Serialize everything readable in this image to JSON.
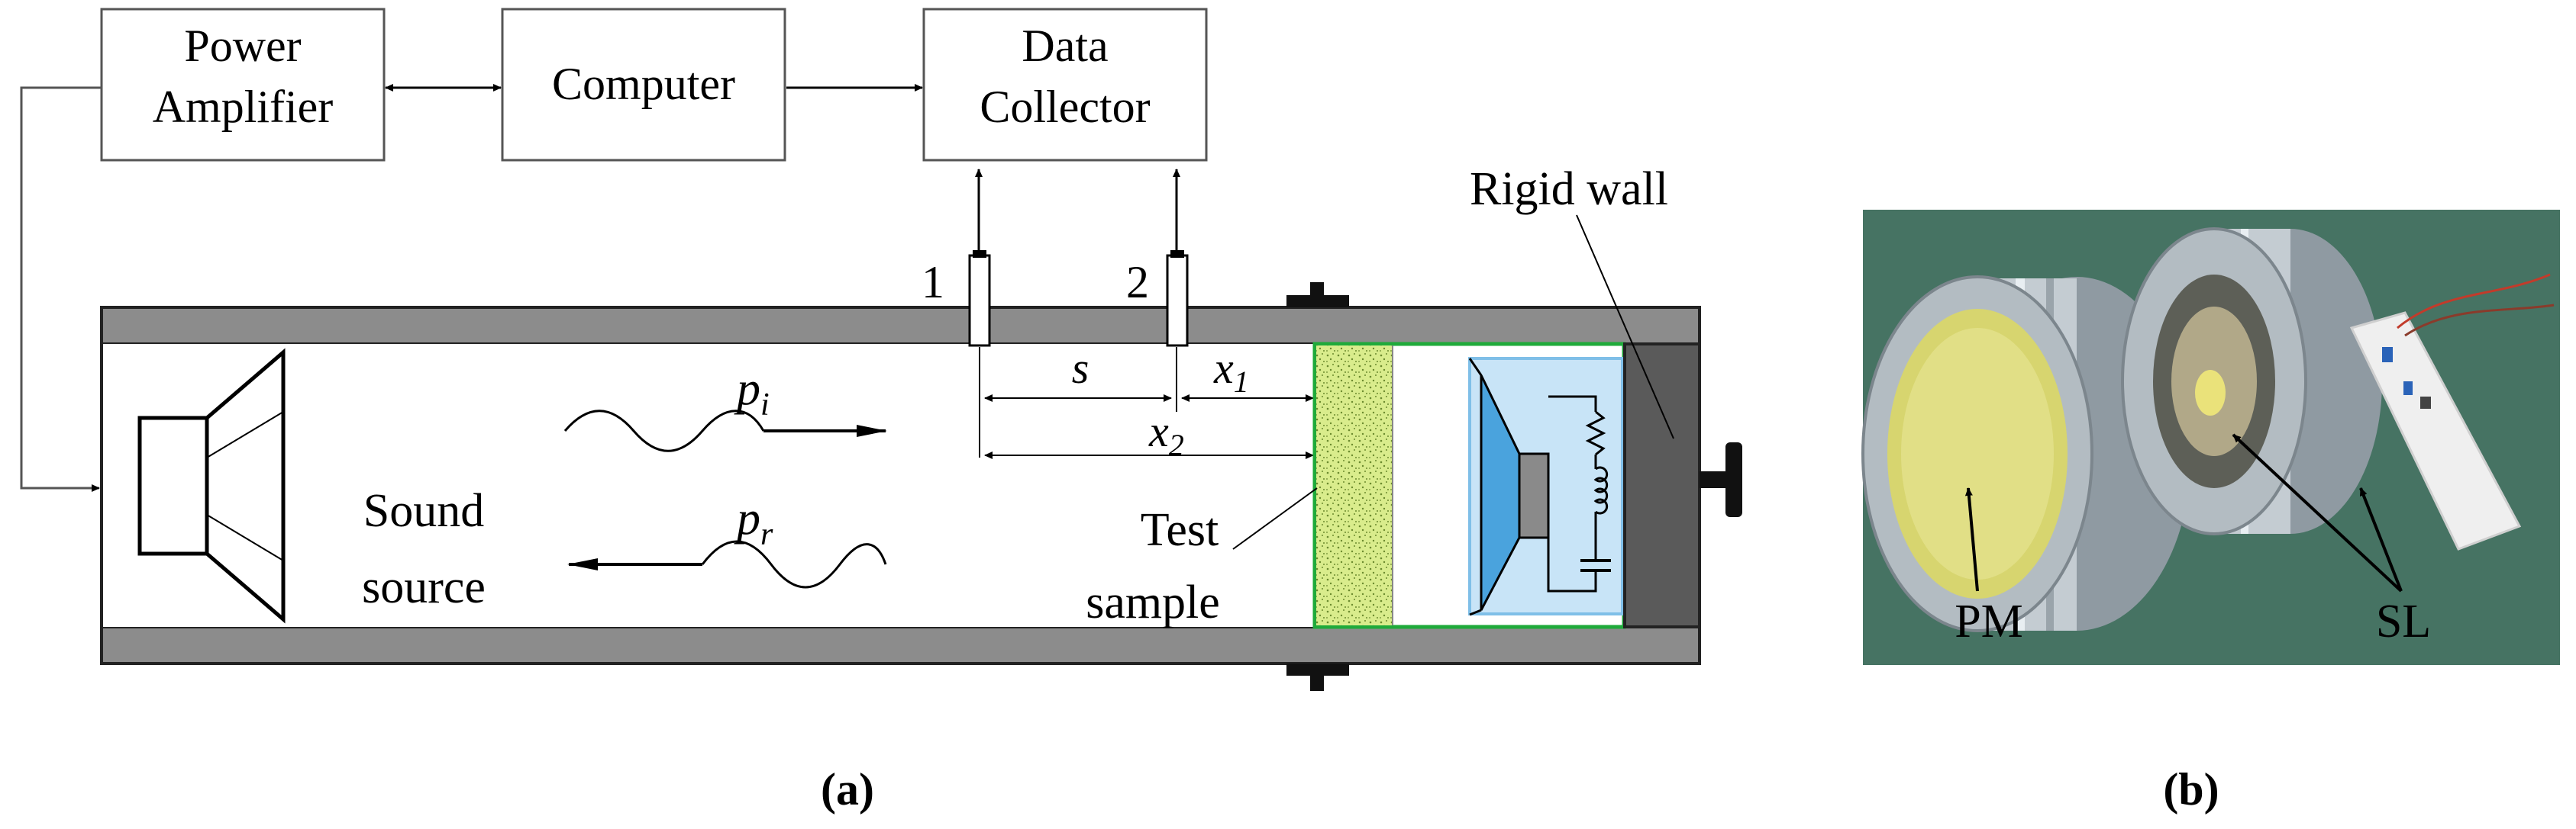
{
  "blocks": {
    "power_amplifier": [
      "Power",
      "Amplifier"
    ],
    "computer": "Computer",
    "data_collector": [
      "Data",
      "Collector"
    ]
  },
  "labels": {
    "rigid_wall": "Rigid wall",
    "mic_1": "1",
    "mic_2": "2",
    "sound_source": [
      "Sound",
      "source"
    ],
    "test_sample": [
      "Test",
      "sample"
    ],
    "pm": "PM",
    "sl": "SL"
  },
  "math": {
    "s": "s",
    "x": "x",
    "x1_sub": "1",
    "x2_sub": "2",
    "p": "p",
    "pi_sub": "i",
    "pr_sub": "r"
  },
  "captions": {
    "a": "(a)",
    "b": "(b)"
  },
  "colors": {
    "tube_wall": "#8c8c8c",
    "rigid_wall": "#5a5a5a",
    "sample_fill": "#d9ec8c",
    "sample_border": "#1faa3a",
    "speaker_cone": "#4aa3dd",
    "cavity_fill": "#c8e4f7",
    "photo_bg": "#4d7a6a"
  },
  "icons": {
    "loudspeaker": "loudspeaker-icon",
    "shunt_speaker": "shunt-loudspeaker-icon",
    "microphone": "microphone-icon",
    "photo": "photograph-pm-sl"
  }
}
